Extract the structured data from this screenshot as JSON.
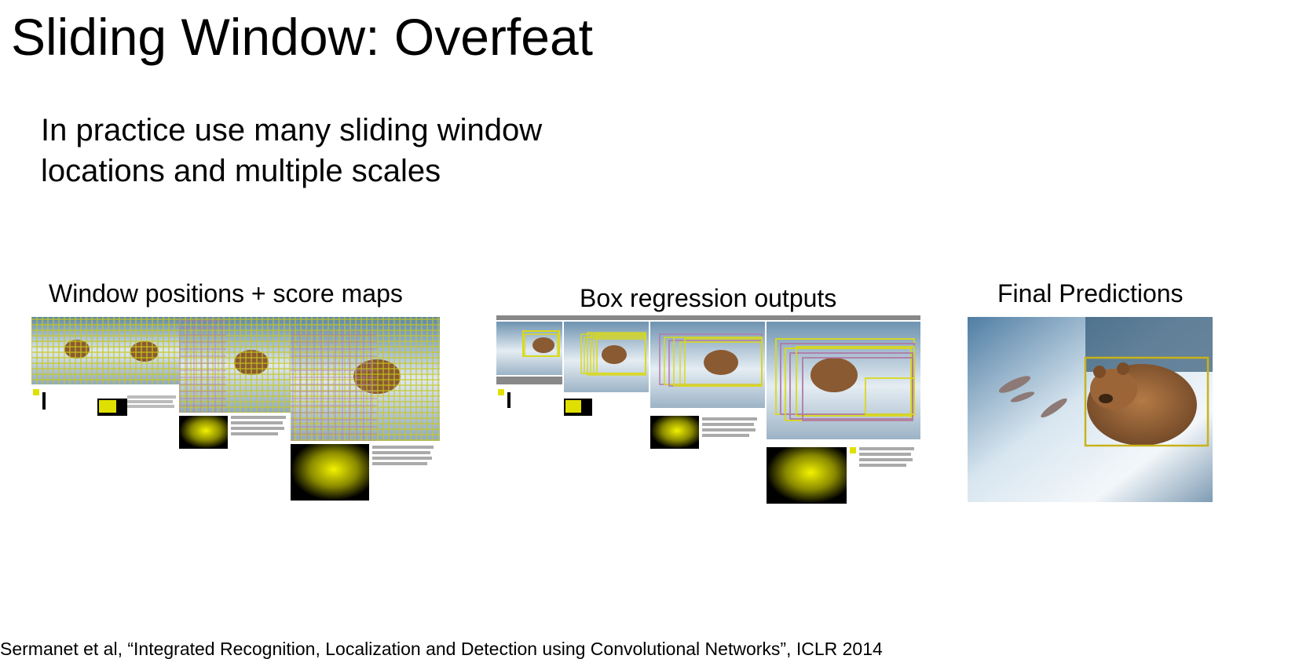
{
  "slide": {
    "title": "Sliding Window: Overfeat",
    "body_lines": [
      "In practice use many sliding window",
      "locations and multiple scales"
    ]
  },
  "figures": [
    {
      "caption": "Window positions + score maps",
      "box_color": "#c8c817",
      "alt_box_color": "#b07aa8"
    },
    {
      "caption": "Box regression outputs",
      "box_color": "#d9d91a",
      "alt_box_color": "#b07aa8"
    },
    {
      "caption": "Final Predictions",
      "box_color": "#c8b21a"
    }
  ],
  "citation": "Sermanet et al, “Integrated Recognition, Localization and Detection using Convolutional Networks”, ICLR 2014",
  "colors": {
    "background": "#ffffff",
    "text": "#000000",
    "scoremap_hot": "#e0e000",
    "scoremap_cold": "#000000"
  }
}
